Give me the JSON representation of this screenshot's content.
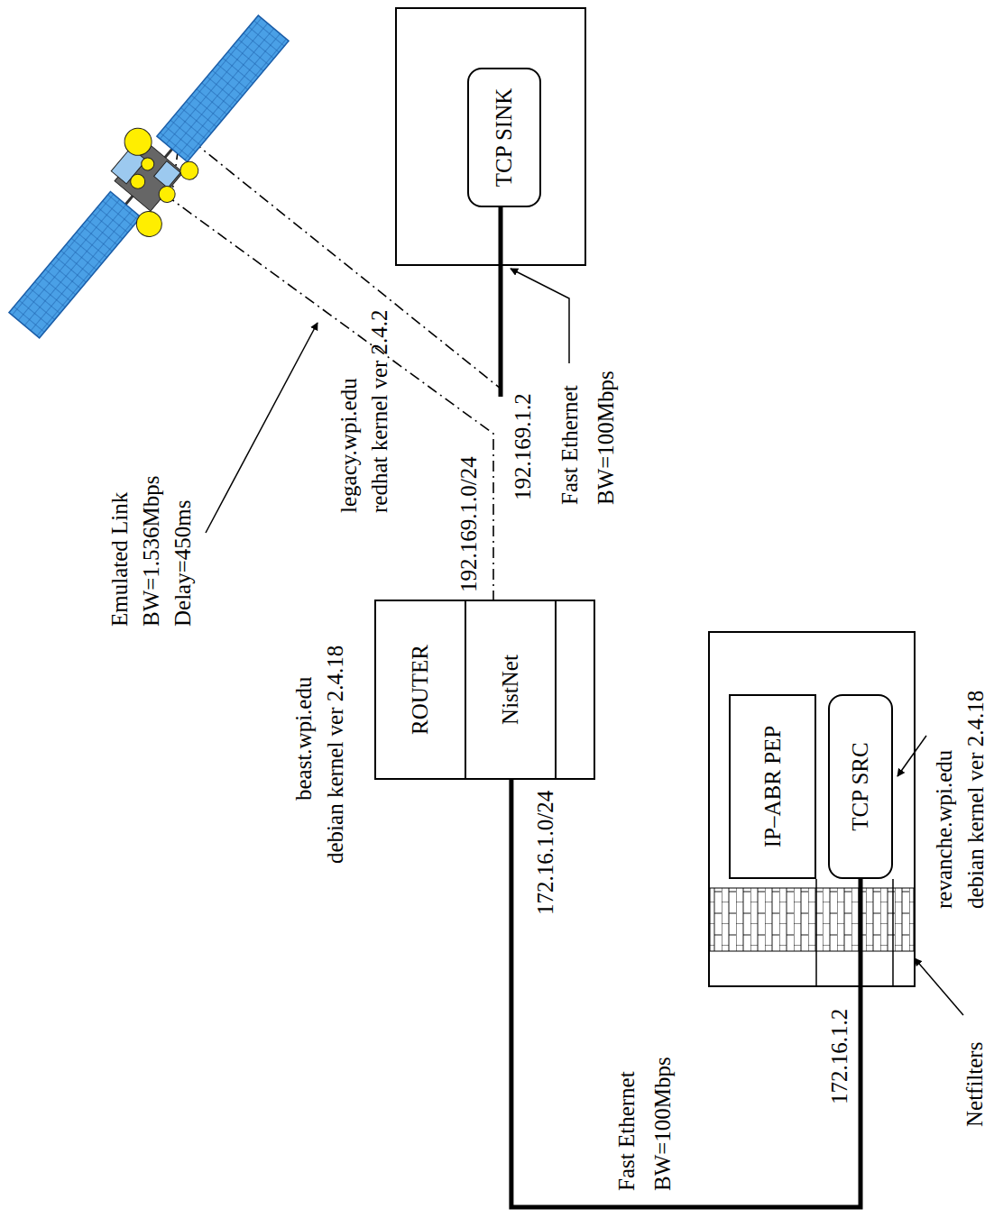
{
  "diagram": {
    "nodes": [
      {
        "text": [
          "legacy.wpi.edu",
          "redhat kernel ver 2.4.2"
        ]
      },
      {
        "text": [
          "TCP SINK"
        ],
        "in": 0
      },
      {
        "text": [
          "beast.wpi.edu",
          "debian kernel ver 2.4.18"
        ]
      },
      {
        "text": [
          "ROUTER"
        ],
        "in": 2
      },
      {
        "text": [
          "NistNet"
        ],
        "in": 2
      },
      {
        "text": [
          "revanche.wpi.edu",
          "debian kernel ver 2.4.18"
        ]
      },
      {
        "text": [
          "IP–ABR PEP"
        ],
        "in": 5
      },
      {
        "text": [
          "TCP SRC"
        ],
        "in": 5
      }
    ],
    "edges": [
      {
        "from": 2,
        "to": 7,
        "arrow": "none"
      },
      {
        "from": 4,
        "to": 1,
        "arrow": "none"
      }
    ],
    "labels": [
      "Emulated Link",
      "BW=1.536Mbps",
      "Delay=450ms",
      "192.169.1.2",
      "Fast Ethernet",
      "BW=100Mbps",
      "192.169.1.0/24",
      "172.16.1.0/24",
      "Fast Ethernet",
      "BW=100Mbps",
      "172.16.1.2",
      "Netfilters"
    ]
  }
}
